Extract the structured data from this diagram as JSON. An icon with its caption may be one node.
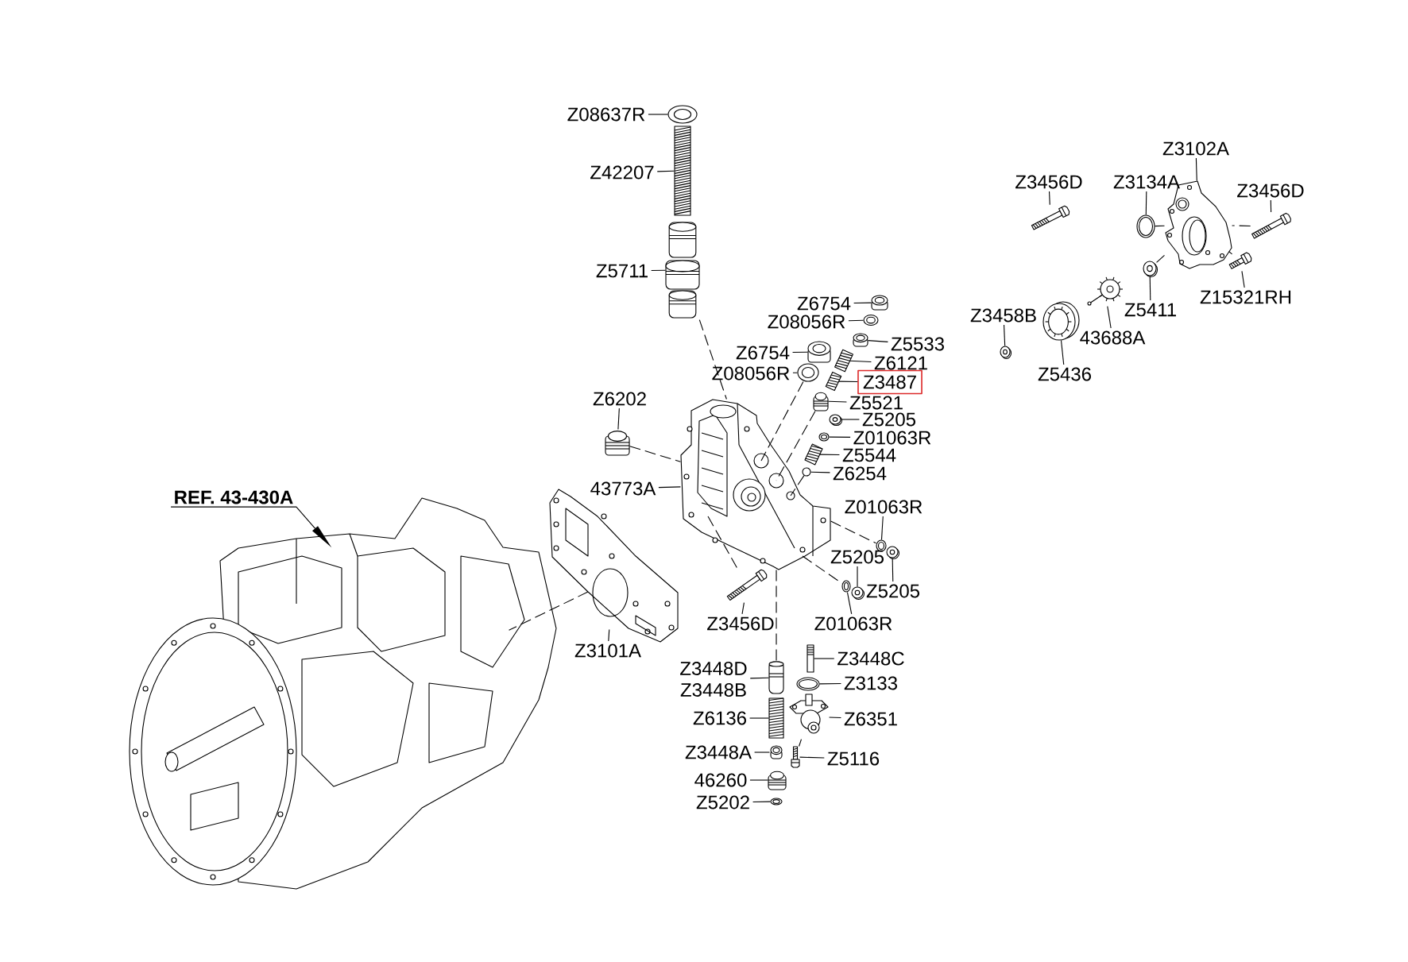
{
  "diagram": {
    "nodes": [
      {
        "text": [
          "Z08637R"
        ]
      },
      {
        "text": [],
        "shape": "picture"
      },
      {
        "text": [
          "Z42207"
        ]
      },
      {
        "text": [],
        "shape": "picture"
      },
      {
        "text": [
          "Z5711"
        ]
      },
      {
        "text": [],
        "shape": "picture"
      },
      {
        "text": [
          "Z6754"
        ]
      },
      {
        "text": [],
        "shape": "circle"
      },
      {
        "text": [
          "Z08056R"
        ]
      },
      {
        "text": [],
        "shape": "picture"
      },
      {
        "text": [
          "Z5533"
        ]
      },
      {
        "text": [],
        "shape": "circle"
      },
      {
        "text": [
          "Z6754"
        ]
      },
      {
        "text": [],
        "shape": "picture"
      },
      {
        "text": [
          "Z6121"
        ]
      },
      {
        "text": [],
        "shape": "picture"
      },
      {
        "text": [
          "Z08056R"
        ]
      },
      {
        "text": [],
        "shape": "picture"
      },
      {
        "text": [
          "Z3487"
        ]
      },
      {
        "text": [],
        "shape": "picture"
      },
      {
        "text": [
          "Z5521"
        ]
      },
      {
        "text": [],
        "shape": "picture"
      },
      {
        "text": [
          "Z5205"
        ]
      },
      {
        "text": [],
        "shape": "picture"
      },
      {
        "text": [
          "Z6202"
        ]
      },
      {
        "text": [],
        "shape": "picture"
      },
      {
        "text": [
          "Z01063R"
        ]
      },
      {
        "text": [],
        "shape": "picture"
      },
      {
        "text": [
          "Z5544"
        ]
      },
      {
        "text": [],
        "shape": "picture"
      },
      {
        "text": [
          "Z6254"
        ]
      },
      {
        "text": [],
        "shape": "circle"
      },
      {
        "text": [
          "43773A"
        ]
      },
      {
        "text": [],
        "shape": "picture"
      },
      {
        "text": [
          "Z01063R"
        ]
      },
      {
        "text": [],
        "shape": "picture"
      },
      {
        "text": [
          "Z5205"
        ]
      },
      {
        "text": [],
        "shape": "picture"
      },
      {
        "text": [
          "Z5205"
        ]
      },
      {
        "text": [],
        "shape": "picture"
      },
      {
        "text": [
          "Z01063R"
        ]
      },
      {
        "text": [],
        "shape": "picture"
      },
      {
        "text": [
          "Z3456D"
        ]
      },
      {
        "text": [],
        "shape": "picture"
      },
      {
        "text": [
          "Z3101A"
        ]
      },
      {
        "text": [],
        "shape": "picture"
      },
      {
        "text": [
          "Z3448C"
        ]
      },
      {
        "text": [],
        "shape": "picture"
      },
      {
        "text": [
          "Z3448D",
          "Z3448B"
        ]
      },
      {
        "text": [],
        "shape": "picture"
      },
      {
        "text": [
          "Z3133"
        ]
      },
      {
        "text": [],
        "shape": "picture"
      },
      {
        "text": [
          "Z6136"
        ]
      },
      {
        "text": [],
        "shape": "picture"
      },
      {
        "text": [
          "Z6351"
        ]
      },
      {
        "text": [],
        "shape": "picture"
      },
      {
        "text": [
          "Z3448A"
        ]
      },
      {
        "text": [],
        "shape": "circle"
      },
      {
        "text": [
          "Z5116"
        ]
      },
      {
        "text": [],
        "shape": "picture"
      },
      {
        "text": [
          "46260"
        ]
      },
      {
        "text": [],
        "shape": "picture"
      },
      {
        "text": [
          "Z5202"
        ]
      },
      {
        "text": [],
        "shape": "picture"
      },
      {
        "text": [
          "REF. 43-430A"
        ]
      },
      {
        "text": [],
        "shape": "picture"
      },
      {
        "text": [
          "Z3102A"
        ]
      },
      {
        "text": [],
        "shape": "picture"
      },
      {
        "text": [
          "Z3456D"
        ]
      },
      {
        "text": [],
        "shape": "picture"
      },
      {
        "text": [
          "Z3134A"
        ]
      },
      {
        "text": [],
        "shape": "picture"
      },
      {
        "text": [
          "Z3456D"
        ]
      },
      {
        "text": [],
        "shape": "picture"
      },
      {
        "text": [
          "Z5411"
        ]
      },
      {
        "text": [],
        "shape": "picture"
      },
      {
        "text": [
          "Z15321RH"
        ]
      },
      {
        "text": [],
        "shape": "picture"
      },
      {
        "text": [
          "Z3458B"
        ]
      },
      {
        "text": [],
        "shape": "picture"
      },
      {
        "text": [
          "43688A"
        ]
      },
      {
        "text": [],
        "shape": "picture"
      },
      {
        "text": [
          "Z5436"
        ]
      },
      {
        "text": [],
        "shape": "picture"
      }
    ],
    "edges": [
      {
        "from": 0,
        "to": 1,
        "arrow": "none"
      },
      {
        "from": 2,
        "to": 3,
        "arrow": "none"
      },
      {
        "from": 4,
        "to": 5,
        "arrow": "none"
      },
      {
        "from": 6,
        "to": 7,
        "arrow": "none"
      },
      {
        "from": 8,
        "to": 9,
        "arrow": "none"
      },
      {
        "from": 10,
        "to": 11,
        "arrow": "none"
      },
      {
        "from": 12,
        "to": 13,
        "arrow": "none"
      },
      {
        "from": 14,
        "to": 15,
        "arrow": "none"
      },
      {
        "from": 16,
        "to": 17,
        "arrow": "none"
      },
      {
        "from": 18,
        "to": 19,
        "arrow": "none"
      },
      {
        "from": 20,
        "to": 21,
        "arrow": "none"
      },
      {
        "from": 22,
        "to": 23,
        "arrow": "none"
      },
      {
        "from": 24,
        "to": 25,
        "arrow": "none"
      },
      {
        "from": 26,
        "to": 27,
        "arrow": "none"
      },
      {
        "from": 28,
        "to": 29,
        "arrow": "none"
      },
      {
        "from": 30,
        "to": 31,
        "arrow": "none"
      },
      {
        "from": 32,
        "to": 33,
        "arrow": "none"
      },
      {
        "from": 34,
        "to": 35,
        "arrow": "none"
      },
      {
        "from": 36,
        "to": 37,
        "arrow": "none"
      },
      {
        "from": 38,
        "to": 39,
        "arrow": "none"
      },
      {
        "from": 40,
        "to": 41,
        "arrow": "none"
      },
      {
        "from": 42,
        "to": 43,
        "arrow": "none"
      },
      {
        "from": 44,
        "to": 45,
        "arrow": "none"
      },
      {
        "from": 46,
        "to": 47,
        "arrow": "none"
      },
      {
        "from": 48,
        "to": 49,
        "arrow": "none"
      },
      {
        "from": 50,
        "to": 51,
        "arrow": "none"
      },
      {
        "from": 52,
        "to": 53,
        "arrow": "none"
      },
      {
        "from": 54,
        "to": 55,
        "arrow": "none"
      },
      {
        "from": 56,
        "to": 57,
        "arrow": "none"
      },
      {
        "from": 58,
        "to": 59,
        "arrow": "none"
      },
      {
        "from": 60,
        "to": 61,
        "arrow": "none"
      },
      {
        "from": 62,
        "to": 63,
        "arrow": "none"
      },
      {
        "from": 64,
        "to": 65,
        "arrow": "to"
      },
      {
        "from": 66,
        "to": 67,
        "arrow": "none"
      },
      {
        "from": 68,
        "to": 69,
        "arrow": "none"
      },
      {
        "from": 70,
        "to": 71,
        "arrow": "none"
      },
      {
        "from": 72,
        "to": 73,
        "arrow": "none"
      },
      {
        "from": 74,
        "to": 75,
        "arrow": "none"
      },
      {
        "from": 76,
        "to": 77,
        "arrow": "none"
      },
      {
        "from": 78,
        "to": 79,
        "arrow": "none"
      },
      {
        "from": 80,
        "to": 81,
        "arrow": "none"
      },
      {
        "from": 82,
        "to": 83,
        "arrow": "none"
      },
      {
        "from": 5,
        "to": 33,
        "arrow": "none",
        "style": "dashed"
      },
      {
        "from": 25,
        "to": 33,
        "arrow": "none",
        "style": "dashed"
      },
      {
        "from": 17,
        "to": 33,
        "arrow": "none",
        "style": "dashed"
      },
      {
        "from": 21,
        "to": 33,
        "arrow": "none",
        "style": "dashed"
      },
      {
        "from": 31,
        "to": 33,
        "arrow": "none",
        "style": "dashed"
      },
      {
        "from": 33,
        "to": 43,
        "arrow": "none",
        "style": "dashed"
      },
      {
        "from": 33,
        "to": 49,
        "arrow": "none",
        "style": "dashed"
      },
      {
        "from": 33,
        "to": 35,
        "arrow": "none",
        "style": "dashed"
      },
      {
        "from": 33,
        "to": 41,
        "arrow": "none",
        "style": "dashed"
      },
      {
        "from": 45,
        "to": 65,
        "arrow": "none",
        "style": "dashed"
      },
      {
        "from": 71,
        "to": 67,
        "arrow": "none",
        "style": "dashed"
      },
      {
        "from": 75,
        "to": 67,
        "arrow": "none",
        "style": "dashed"
      },
      {
        "from": 73,
        "to": 67,
        "arrow": "none",
        "style": "dashed"
      },
      {
        "from": 77,
        "to": 67,
        "arrow": "none",
        "style": "dashed"
      },
      {
        "from": 59,
        "to": 55,
        "arrow": "none",
        "style": "dashed"
      }
    ]
  }
}
